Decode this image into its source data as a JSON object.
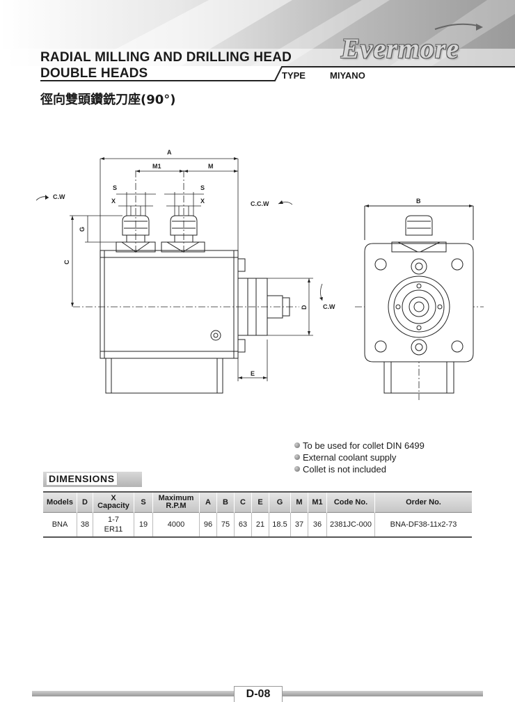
{
  "header": {
    "title_line1": "RADIAL MILLING AND DRILLING HEAD",
    "title_line2": "DOUBLE HEADS",
    "type_label": "TYPE",
    "type_value": "MIYANO",
    "chinese_title": "徑向雙頭鑽銑刀座(90°)",
    "logo_text": "Evermore"
  },
  "drawing": {
    "labels": {
      "A": "A",
      "M1": "M1",
      "M": "M",
      "S_left": "S",
      "X_left": "X",
      "S_right": "S",
      "X_right": "X",
      "G": "G",
      "C": "C",
      "D": "D",
      "E": "E",
      "B": "B",
      "cw_left": "C.W",
      "ccw": "C.C.W",
      "cw_right": "C.W"
    }
  },
  "notes": [
    "To be used for collet DIN 6499",
    "External coolant supply",
    "Collet is not included"
  ],
  "dimensions": {
    "section_title": "DIMENSIONS",
    "columns": {
      "models": "Models",
      "d": "D",
      "x_line1": "X",
      "x_line2": "Capacity",
      "s": "S",
      "rpm_line1": "Maximum",
      "rpm_line2": "R.P.M",
      "a": "A",
      "b": "B",
      "c": "C",
      "e": "E",
      "g": "G",
      "m": "M",
      "m1": "M1",
      "code": "Code No.",
      "order": "Order No."
    },
    "rows": [
      {
        "models": "BNA",
        "d": "38",
        "x_line1": "1-7",
        "x_line2": "ER11",
        "s": "19",
        "rpm": "4000",
        "a": "96",
        "b": "75",
        "c": "63",
        "e": "21",
        "g": "18.5",
        "m": "37",
        "m1": "36",
        "code": "2381JC-000",
        "order": "BNA-DF38-11x2-73"
      }
    ]
  },
  "footer": {
    "page": "D-08"
  }
}
